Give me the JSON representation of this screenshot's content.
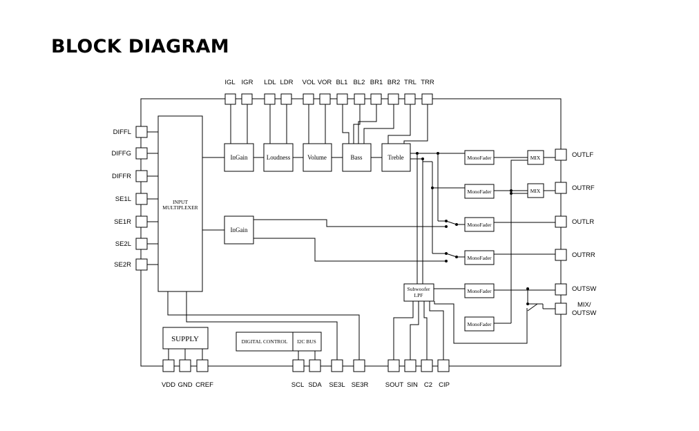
{
  "title": "BLOCK DIAGRAM",
  "pins": {
    "top": [
      "IGL",
      "IGR",
      "LDL",
      "LDR",
      "VOL",
      "VOR",
      "BL1",
      "BL2",
      "BR1",
      "BR2",
      "TRL",
      "TRR"
    ],
    "left": [
      "DIFFL",
      "DIFFG",
      "DIFFR",
      "SE1L",
      "SE1R",
      "SE2L",
      "SE2R"
    ],
    "right": [
      "OUTLF",
      "OUTRF",
      "OUTLR",
      "OUTRR",
      "OUTSW"
    ],
    "right_mix": [
      "MIX/",
      "OUTSW"
    ],
    "bottom": [
      "VDD",
      "GND",
      "CREF",
      "SCL",
      "SDA",
      "SE3L",
      "SE3R",
      "SOUT",
      "SIN",
      "C2",
      "CIP"
    ]
  },
  "blocks": {
    "input_mux": [
      "INPUT",
      "MULTIPLEXER"
    ],
    "ingain_1": "InGain",
    "ingain_2": "InGain",
    "loudness": "Loudness",
    "volume": "Volume",
    "bass": "Bass",
    "treble": "Treble",
    "monofader": [
      "MonoFader",
      "MonoFader",
      "MonoFader",
      "MonoFader",
      "MonoFader",
      "MonoFader"
    ],
    "mix_1": "MIX",
    "mix_2": "MIX",
    "subwoofer_lpf": [
      "Subwoofer",
      "LPF"
    ],
    "supply": "SUPPLY",
    "digital_control": "DIGITAL CONTROL",
    "i2c_bus": "I2C BUS"
  }
}
